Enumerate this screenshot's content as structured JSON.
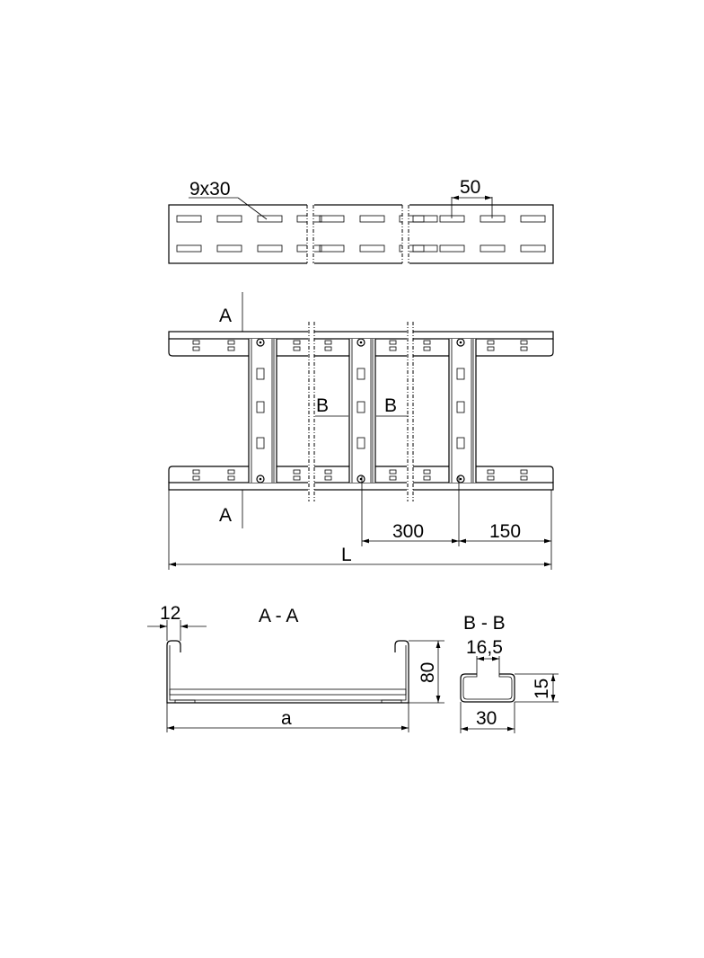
{
  "top_view": {
    "slot_label": "9x30",
    "pitch_label": "50"
  },
  "plan_view": {
    "section_a_top": "A",
    "section_a_bottom": "A",
    "section_b_left": "B",
    "section_b_right": "B",
    "rung_pitch": "300",
    "end_distance": "150",
    "length": "L"
  },
  "section_aa": {
    "title": "A - A",
    "lip_width": "12",
    "height": "80",
    "width": "a"
  },
  "section_bb": {
    "title": "B - B",
    "slot_width": "16,5",
    "height": "15",
    "width": "30"
  },
  "colors": {
    "line": "#000000",
    "background": "#ffffff"
  }
}
